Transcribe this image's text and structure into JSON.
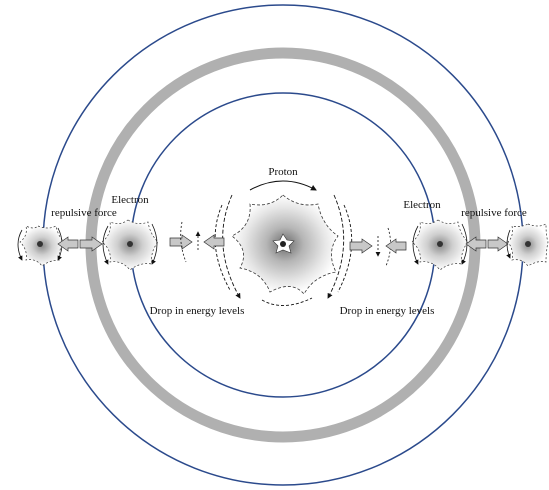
{
  "diagram": {
    "labels": {
      "proton": "Proton",
      "electron_left": "Electron",
      "electron_right": "Electron",
      "repulsive_left": "repulsive force",
      "repulsive_right": "repulsive force",
      "drop_left": "Drop in energy levels",
      "drop_right": "Drop in energy levels"
    },
    "colors": {
      "orbit_blue": "#2b4a8c",
      "orbit_grey": "#b0b0b0",
      "arrow_fill": "#c8c8c8",
      "outline": "#222222"
    }
  }
}
